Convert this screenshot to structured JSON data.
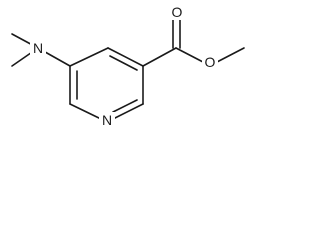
{
  "atom_labels": {
    "amine_nitrogen": "N",
    "ring_nitrogen": "N",
    "carbonyl_oxygen": "O",
    "ester_oxygen": "O"
  },
  "colors": {
    "bond": "#1a1a1a",
    "background": "#ffffff"
  }
}
